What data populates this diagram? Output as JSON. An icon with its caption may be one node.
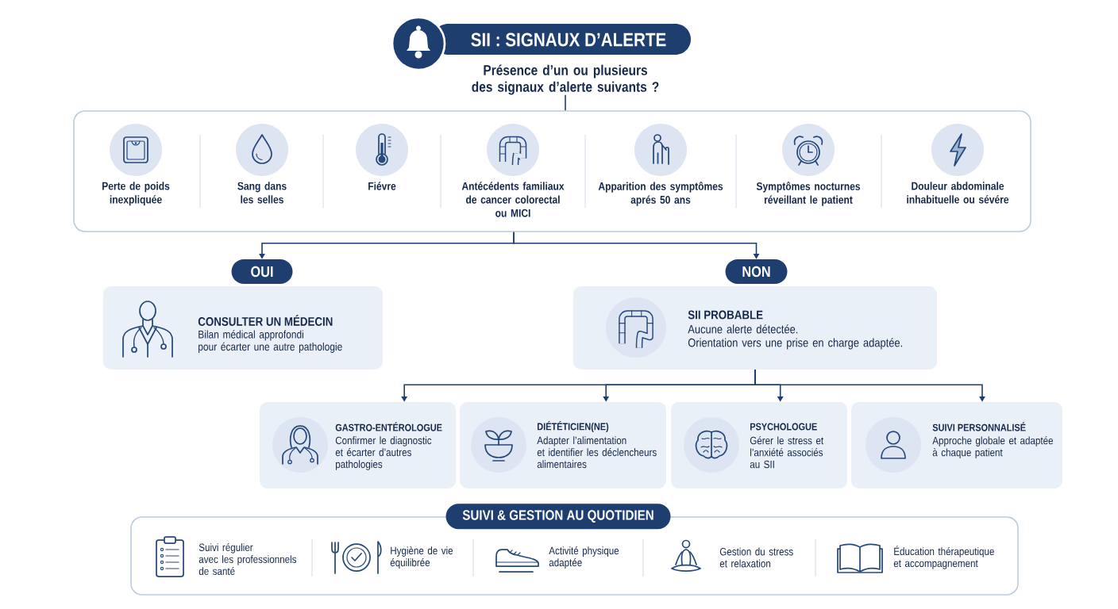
{
  "diagram": {
    "title": "SII : SIGNAUX D’ALERTE",
    "nodes": [
      {
        "text": [
          "Présence d’un ou plusieurs des signaux d’alerte suivants ?"
        ]
      },
      {
        "text": [],
        "shape": "box"
      },
      {
        "text": [
          "Perte de poids inexpliquée"
        ],
        "in": 1
      },
      {
        "text": [
          "Sang dans les selles"
        ],
        "in": 1
      },
      {
        "text": [
          "Fiévre"
        ],
        "in": 1
      },
      {
        "text": [
          "Antécédents familiaux de cancer colorectal ou MICI"
        ],
        "in": 1
      },
      {
        "text": [
          "Apparition des symptômes aprés 50 ans"
        ],
        "in": 1
      },
      {
        "text": [
          "Symptômes nocturnes réveillant le patient"
        ],
        "in": 1
      },
      {
        "text": [
          "Douleur abdominale inhabituelle ou sévére"
        ],
        "in": 1
      },
      {
        "text": [
          "OUI"
        ]
      },
      {
        "text": [
          "NON"
        ]
      },
      {
        "text": [
          "CONSULTER UN MÉDECIN",
          "Bilan médical approfondi pour écarter une autre pathologie"
        ]
      },
      {
        "text": [
          "SII PROBABLE",
          "Aucune alerte détectée. Orientation vers une prise en charge adaptée."
        ]
      },
      {
        "text": [
          "GASTRO-ENTÉROLOGUE",
          "Confirmer le diagnostic et écarter d’autres pathologies"
        ]
      },
      {
        "text": [
          "DIÉTÉTICIEN(NE)",
          "Adapter l’alimentation et identifier les déclencheurs alimentaires"
        ]
      },
      {
        "text": [
          "PSYCHOLOGUE",
          "Gérer le stress et l’anxiété associés au SII"
        ]
      },
      {
        "text": [
          "SUIVI PERSONNALISÉ",
          "Approche globale et adaptée à chaque patient"
        ]
      },
      {
        "text": [
          "SUIVI & GESTION AU QUOTIDIEN"
        ]
      },
      {
        "text": [
          "Suivi régulier avec les professionnels de santé"
        ],
        "in": 17
      },
      {
        "text": [
          "Hygiène de vie équilibrée"
        ],
        "in": 17
      },
      {
        "text": [
          "Activité physique adaptée"
        ],
        "in": 17
      },
      {
        "text": [
          "Gestion du stress et relaxation"
        ],
        "in": 17
      },
      {
        "text": [
          "Éducation thérapeutique et accompagnement"
        ],
        "in": 17
      }
    ],
    "edges": [
      {
        "from": 0,
        "to": 1,
        "arrow": "none"
      },
      {
        "from": 1,
        "to": 9,
        "arrow": "to"
      },
      {
        "from": 1,
        "to": 10,
        "arrow": "to"
      },
      {
        "from": 12,
        "to": 13,
        "arrow": "to"
      },
      {
        "from": 12,
        "to": 14,
        "arrow": "to"
      },
      {
        "from": 12,
        "to": 15,
        "arrow": "to"
      },
      {
        "from": 12,
        "to": 16,
        "arrow": "to"
      }
    ]
  }
}
